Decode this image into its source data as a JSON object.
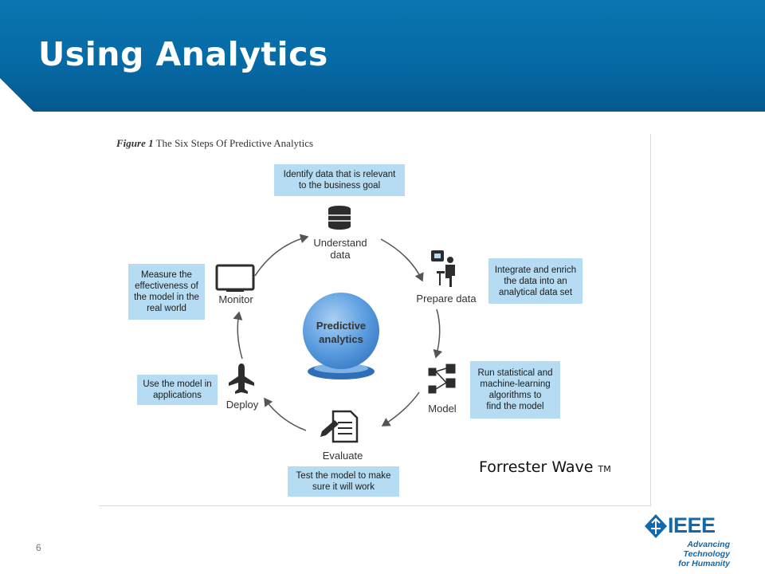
{
  "slide": {
    "title": "Using Analytics",
    "page_number": "6"
  },
  "figure": {
    "caption_prefix": "Figure 1",
    "caption_text": "The Six Steps Of Predictive Analytics",
    "center": "Predictive\nanalytics",
    "steps": [
      {
        "label": "Understand\ndata",
        "icon": "database-icon",
        "description": "Identify data that is relevant\nto the business goal"
      },
      {
        "label": "Prepare data",
        "icon": "person-at-computer-icon",
        "description": "Integrate and enrich\nthe data into an\nanalytical data set"
      },
      {
        "label": "Model",
        "icon": "flowchart-icon",
        "description": "Run statistical and\nmachine-learning\nalgorithms to\nfind the model"
      },
      {
        "label": "Evaluate",
        "icon": "checklist-pencil-icon",
        "description": "Test the model to make\nsure it will work"
      },
      {
        "label": "Deploy",
        "icon": "airplane-icon",
        "description": "Use the model in\napplications"
      },
      {
        "label": "Monitor",
        "icon": "monitor-icon",
        "description": "Measure the\neffectiveness of\nthe model in the\nreal world"
      }
    ],
    "source": "Forrester Wave",
    "source_mark": "TM"
  },
  "logo": {
    "wordmark": "IEEE",
    "tagline": "Advancing Technology\nfor Humanity"
  },
  "colors": {
    "header": "#0a76b1",
    "callout": "#b5dcf2",
    "sphere": "#4a8ed6",
    "logo": "#1169ac"
  }
}
